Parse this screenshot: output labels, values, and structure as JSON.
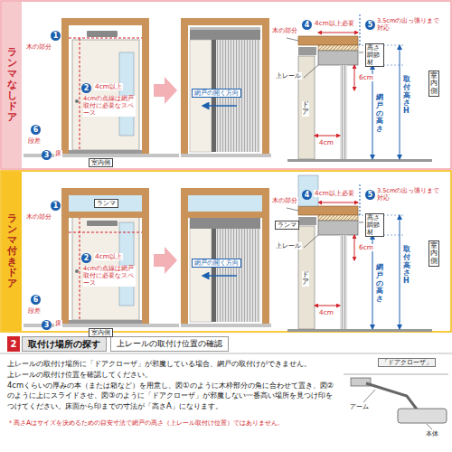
{
  "diagram": {
    "nodes": [
      {
        "text": [
          "ランマなしドア"
        ]
      },
      {
        "text": [
          "ランマ付きドア"
        ]
      },
      {
        "text": [
          "取付け場所の探す"
        ]
      },
      {
        "text": [
          "上レールの取付け位置の確認"
        ]
      }
    ],
    "labels": [
      "1",
      "木の部分",
      "2",
      "4cm以上",
      "4cmの点線は網戸取付に必要なスペース",
      "6",
      "段差",
      "3",
      "床",
      "室内側",
      "網戸の開く方向",
      "木の部分",
      "4",
      "4cm以上必要",
      "5",
      "3.5cmの出っ張りまで対応",
      "高さ調節材",
      "上レール",
      "ドア",
      "6cm",
      "4cm",
      "網戸の高さ",
      "取付高さH",
      "室内側",
      "ランマ",
      "1",
      "木の部分",
      "2",
      "4cm以上",
      "4cmの点線は網戸取付に必要なスペース",
      "6",
      "段差",
      "3",
      "床",
      "室内側",
      "網戸の開く方向",
      "木の部分",
      "4",
      "4cm以上必要",
      "5",
      "3.5cmの出っ張りまで対応",
      "ランマ",
      "高さ調節材",
      "上レール",
      "ドア",
      "6cm",
      "4cm",
      "網戸の高さ",
      "取付高さH",
      "室内側",
      "2",
      "上レールの取付け場所に「ドアクローザ」が邪魔している場合、網戸の取付けができません。",
      "上レールの取付け位置を確認してください。",
      "4cmくらいの厚みの本（または箱など）を用意し、図①のように木枠部分の角に合わせて置き、図②のように上にスライドさせ、図③のように「ドアクローザ」が邪魔しない一番高い場所を見つけ印をつけてください。床面から印までの寸法が「高さA」になります。",
      "＊高さAはサイズを決めるための目安寸法で網戸の高さ（上レール取付け位置）ではありません。",
      "「ドアクローザ」",
      "アーム",
      "本体"
    ]
  }
}
